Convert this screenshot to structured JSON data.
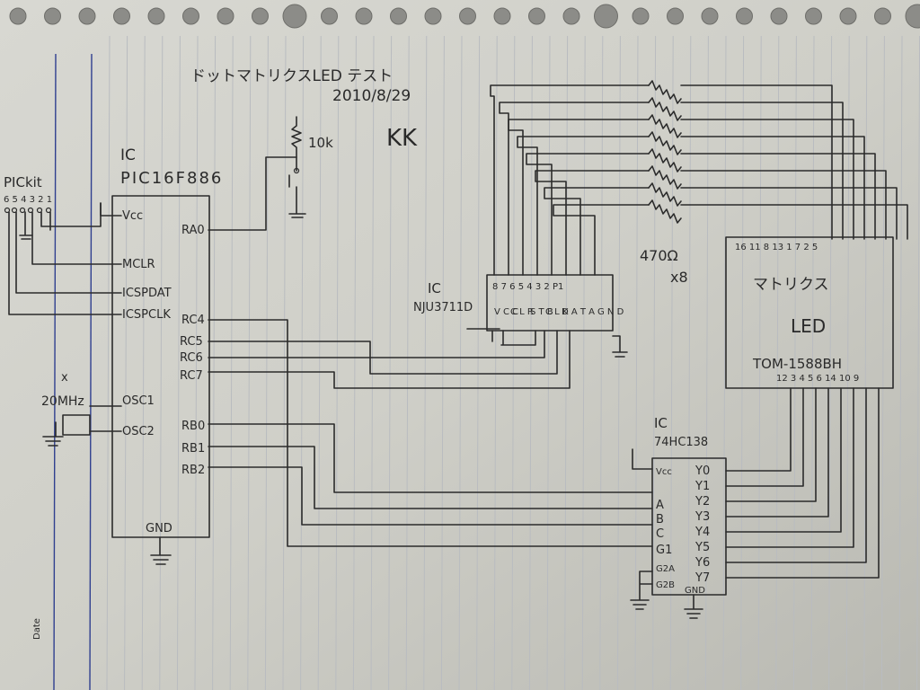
{
  "header": {
    "title": "ドットマトリクスLED テスト",
    "date": "2010/8/29",
    "initials": "KK"
  },
  "margin": {
    "date_label": "Date"
  },
  "pickit": {
    "label": "PICkit",
    "pins": "6 5 4 3 2 1"
  },
  "resistor_top": {
    "value": "10k"
  },
  "crystal": {
    "label": "20MHz",
    "mark": "x"
  },
  "pic": {
    "ic_label": "IC",
    "part": "PIC16F886",
    "left_pins": [
      "Vcc",
      "MCLR",
      "ICSPDAT",
      "ICSPCLK",
      "OSC1",
      "OSC2"
    ],
    "right_pins": [
      "RA0",
      "RC4",
      "RC5",
      "RC6",
      "RC7",
      "RB0",
      "RB1",
      "RB2"
    ],
    "gnd": "GND"
  },
  "njs": {
    "ic_label": "IC",
    "part": "NJU3711D",
    "pin_numbers": [
      "8",
      "7",
      "6",
      "5",
      "4",
      "3",
      "2",
      "P1"
    ],
    "pin_labels": [
      "V C C",
      "C L R",
      "S T B",
      "C L K",
      "D A T A",
      "G N D"
    ]
  },
  "resistor_bank": {
    "value": "470Ω",
    "count": "x8"
  },
  "matrix": {
    "label1": "マトリクス",
    "label2": "LED",
    "part": "TOM-1588BH",
    "top_pins": "16 11 8 13 1 7 2 5",
    "bottom_pins": "12 3 4 5 6 14 10 9"
  },
  "decoder": {
    "ic_label": "IC",
    "part": "74HC138",
    "left_pins": [
      "Vcc",
      "A",
      "B",
      "C",
      "G1",
      "G2A",
      "G2B"
    ],
    "right_pins": [
      "Y0",
      "Y1",
      "Y2",
      "Y3",
      "Y4",
      "Y5",
      "Y6",
      "Y7"
    ],
    "gnd": "GND"
  }
}
